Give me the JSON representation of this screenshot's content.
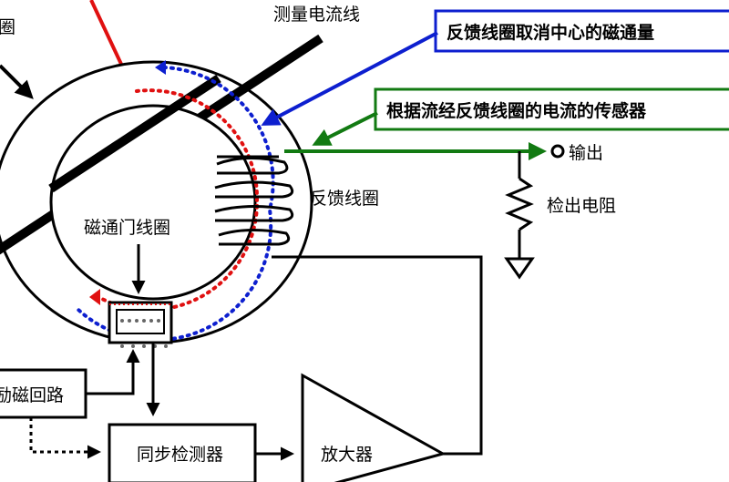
{
  "labels": {
    "measured_wire": "测量电流线",
    "feedback_coil": "反馈线圈",
    "fluxgate_coil": "磁通门线圈",
    "output": "输出",
    "detection_resistor": "检出电阻",
    "excitation_circuit": "励磁回路",
    "sync_detector": "同步检测器",
    "amplifier": "放大器",
    "top_left_partial": "圈"
  },
  "callouts": {
    "blue": "反馈线圈取消中心的磁通量",
    "green": "根据流经反馈线圈的电流的传感器"
  },
  "colors": {
    "blue": "#0d1fcf",
    "green": "#127a12",
    "red": "#e01010",
    "black": "#000000"
  }
}
